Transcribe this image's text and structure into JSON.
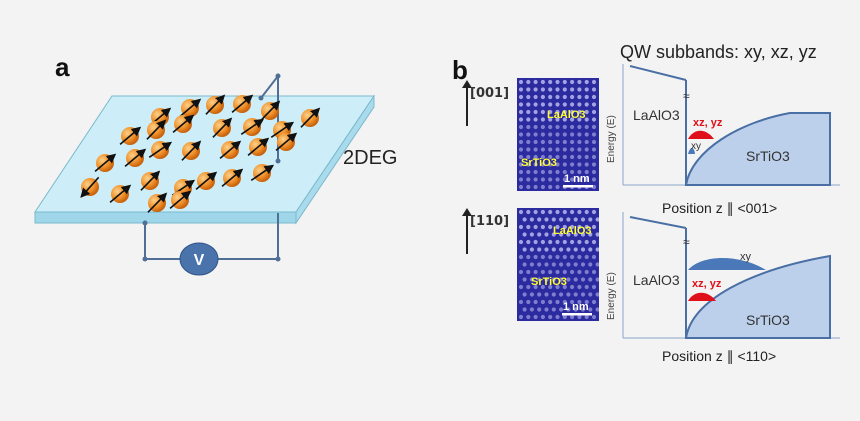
{
  "panel_a": {
    "label": "a",
    "layer_label": "2DEG",
    "voltmeter_label": "V"
  },
  "panel_b": {
    "label": "b",
    "subbands_title": "QW subbands: xy, xz, yz",
    "top": {
      "direction": "[001]",
      "tem_label_top": "LaAlO3",
      "tem_label_bottom": "SrTiO3",
      "scale": "1 nm",
      "y_axis": "Energy (E)",
      "left_material": "LaAlO3",
      "right_material": "SrTiO3",
      "band_red": "xz, yz",
      "band_blue": "xy",
      "x_axis": "Position z ∥ <001>"
    },
    "bottom": {
      "direction": "[110]",
      "tem_label_top": "LaAlO3",
      "tem_label_bottom": "SrTiO3",
      "scale": "1 nm",
      "y_axis": "Energy (E)",
      "left_material": "LaAlO3",
      "right_material": "SrTiO3",
      "band_red": "xz, yz",
      "band_blue": "xy",
      "x_axis": "Position z ∥ <110>"
    }
  },
  "colors": {
    "slab": "#bfe8f5",
    "electron": "#f0912b",
    "band_fill": "#bcd0eb",
    "band_line": "#4a6fa5",
    "red_band": "#e0101a",
    "blue_band": "#4a78b8",
    "tem_label": "#ffff33"
  }
}
